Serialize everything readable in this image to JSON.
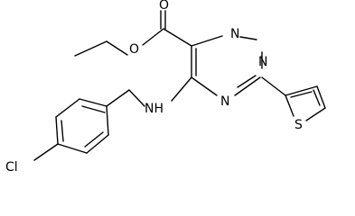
{
  "structure": {
    "type": "skeletal-formula",
    "atom_labels": {
      "carbonyl_oxygen": "O",
      "ester_oxygen": "O",
      "amine": "NH",
      "chlorine": "Cl",
      "ring_n1": "N",
      "ring_n2": "N",
      "ring_n4": "N",
      "sulfur": "S"
    }
  }
}
